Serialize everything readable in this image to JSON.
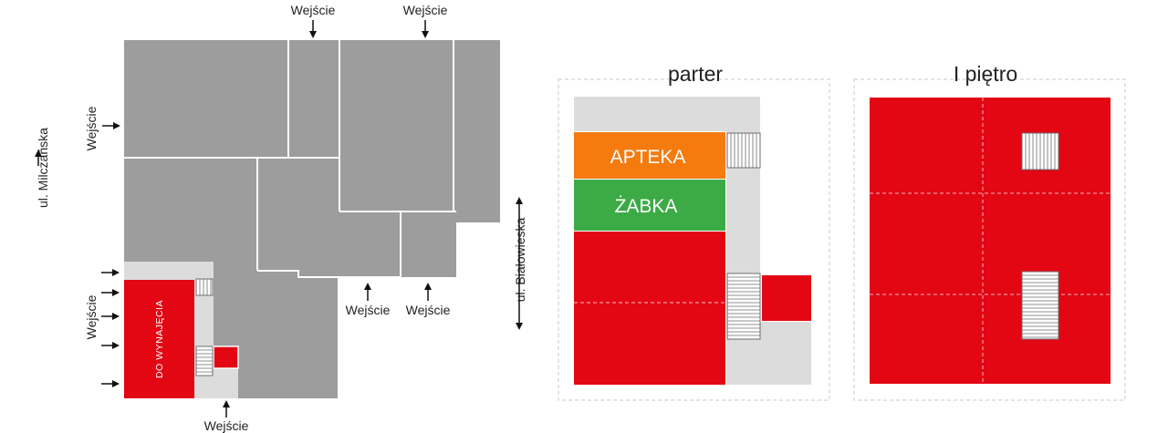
{
  "colors": {
    "building": "#9d9d9d",
    "lines": "#ffffff",
    "corridor": "#dcdcdc",
    "available": "#e30613",
    "apteka": "#f57b0f",
    "zabka": "#3cab46",
    "stairs_fill": "#ffffff",
    "stairs_lines": "#6e6e6e",
    "dashed_frame": "#c8c8c8",
    "arrows": "#111111",
    "text": "#222222"
  },
  "site_plan": {
    "entrances": {
      "top_1": "Wejście",
      "top_2": "Wejście",
      "left_upper": "Wejście",
      "left_lower": "Wejście",
      "bottom_1": "Wejście",
      "bottom_2": "Wejście",
      "bottom_small": "Wejście"
    },
    "streets": {
      "left": "ul. Milczańska",
      "right": "ul. Białowieska"
    },
    "unit_label": "DO WYNAJĘCIA"
  },
  "ground_floor": {
    "title": "parter",
    "apteka": "APTEKA",
    "zabka": "ŻABKA"
  },
  "first_floor": {
    "title": "I piętro"
  }
}
